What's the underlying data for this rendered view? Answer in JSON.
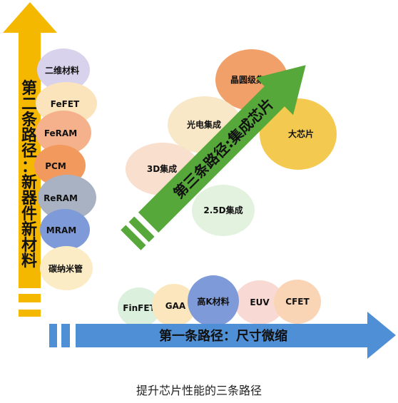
{
  "path2": {
    "title_lines": [
      "第",
      "二",
      "条",
      "路",
      "径",
      "：",
      "新",
      "器",
      "件",
      "新",
      "材",
      "料"
    ],
    "items": [
      "二维材料",
      "FeFET",
      "FeRAM",
      "PCM",
      "ReRAM",
      "MRAM",
      "碳纳米管"
    ],
    "colors": [
      "#d9d2ec",
      "#fbe3bb",
      "#f5b18c",
      "#f29a5e",
      "#a9b2c2",
      "#7e9ad9",
      "#fbecc5"
    ]
  },
  "path3": {
    "title": "第三条路径:集成芯片",
    "items": [
      "晶圆级集成",
      "光电集成",
      "大芯片",
      "3D集成",
      "2.5D集成"
    ],
    "colors": [
      "#f1a069",
      "#f8e8c8",
      "#f4c94f",
      "#f9dfcd",
      "#e3f1df"
    ]
  },
  "path1": {
    "title": "第一条路径：尺寸微缩",
    "items": [
      "FinFET",
      "GAA",
      "高K材料",
      "EUV",
      "CFET"
    ],
    "colors": [
      "#dcf0de",
      "#fbe6bd",
      "#7e9ad9",
      "#f9d9d4",
      "#fad5b5"
    ]
  },
  "caption": "提升芯片性能的三条路径",
  "colors": {
    "orange_arrow": "#f5b800",
    "green_arrow": "#56a83a",
    "blue_arrow": "#4e8fd6"
  }
}
